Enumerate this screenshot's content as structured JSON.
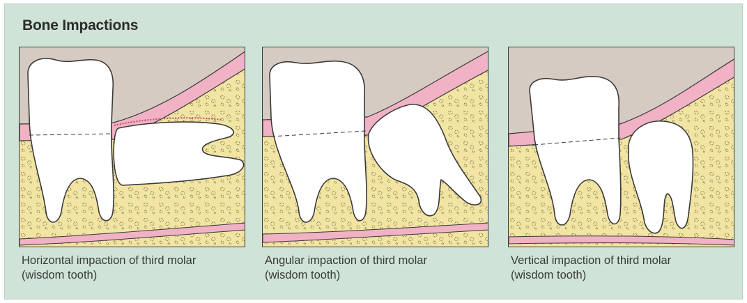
{
  "figure": {
    "title": "Bone Impactions",
    "panels": [
      {
        "caption_line1": "Horizontal impaction of third molar",
        "caption_line2": "(wisdom tooth)"
      },
      {
        "caption_line1": "Angular impaction of third molar",
        "caption_line2": "(wisdom tooth)"
      },
      {
        "caption_line1": "Vertical impaction of third molar",
        "caption_line2": "(wisdom tooth)"
      }
    ]
  },
  "colors": {
    "background": "#cfe3d7",
    "bone": "#f2e5a3",
    "gum": "#f0b2c4",
    "mouth": "#d6cbc2",
    "tooth": "#ffffff",
    "outline": "#3a3a3a"
  }
}
